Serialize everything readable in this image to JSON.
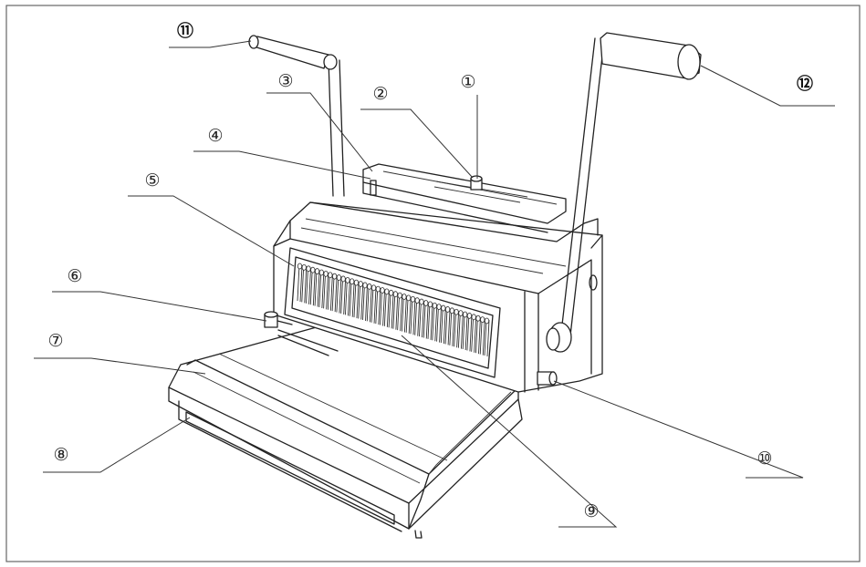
{
  "callouts": [
    {
      "id": "1",
      "label": "①"
    },
    {
      "id": "2",
      "label": "②"
    },
    {
      "id": "3",
      "label": "③"
    },
    {
      "id": "4",
      "label": "④"
    },
    {
      "id": "5",
      "label": "⑤"
    },
    {
      "id": "6",
      "label": "⑥"
    },
    {
      "id": "7",
      "label": "⑦"
    },
    {
      "id": "8",
      "label": "⑧"
    },
    {
      "id": "9",
      "label": "⑨"
    },
    {
      "id": "10",
      "label": "⑩"
    },
    {
      "id": "11",
      "label": "⑪"
    },
    {
      "id": "12",
      "label": "⑫"
    }
  ]
}
